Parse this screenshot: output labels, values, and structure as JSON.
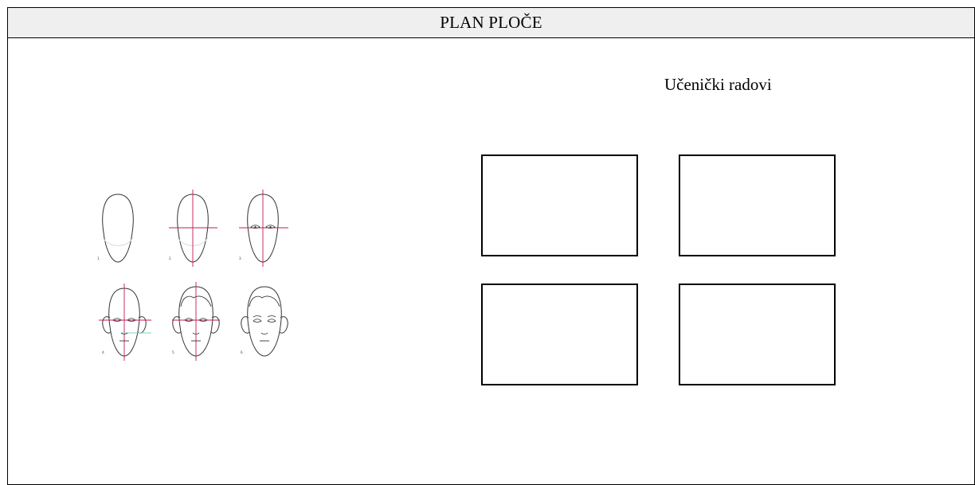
{
  "plan": {
    "title": "PLAN PLOČE",
    "caption": "Učenički radovi",
    "face_steps": [
      "1.",
      "2.",
      "3.",
      "4.",
      "5.",
      "6."
    ],
    "frames": [
      {
        "name": "work-frame-1"
      },
      {
        "name": "work-frame-2"
      },
      {
        "name": "work-frame-3"
      },
      {
        "name": "work-frame-4"
      }
    ]
  }
}
